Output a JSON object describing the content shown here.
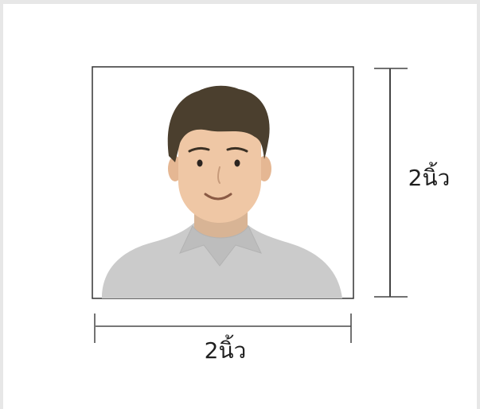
{
  "labels": {
    "width": "2นิ้ว",
    "height": "2นิ้ว"
  },
  "colors": {
    "background": "#e7e7e7",
    "canvas": "#ffffff",
    "frame": "#333333",
    "hair": "#4b3f2e",
    "skin": "#eec5a3",
    "shirt": "#c9c9c9",
    "text": "#1f1f1f"
  },
  "icons": {
    "portrait": "male-passport-photo-illustration"
  }
}
